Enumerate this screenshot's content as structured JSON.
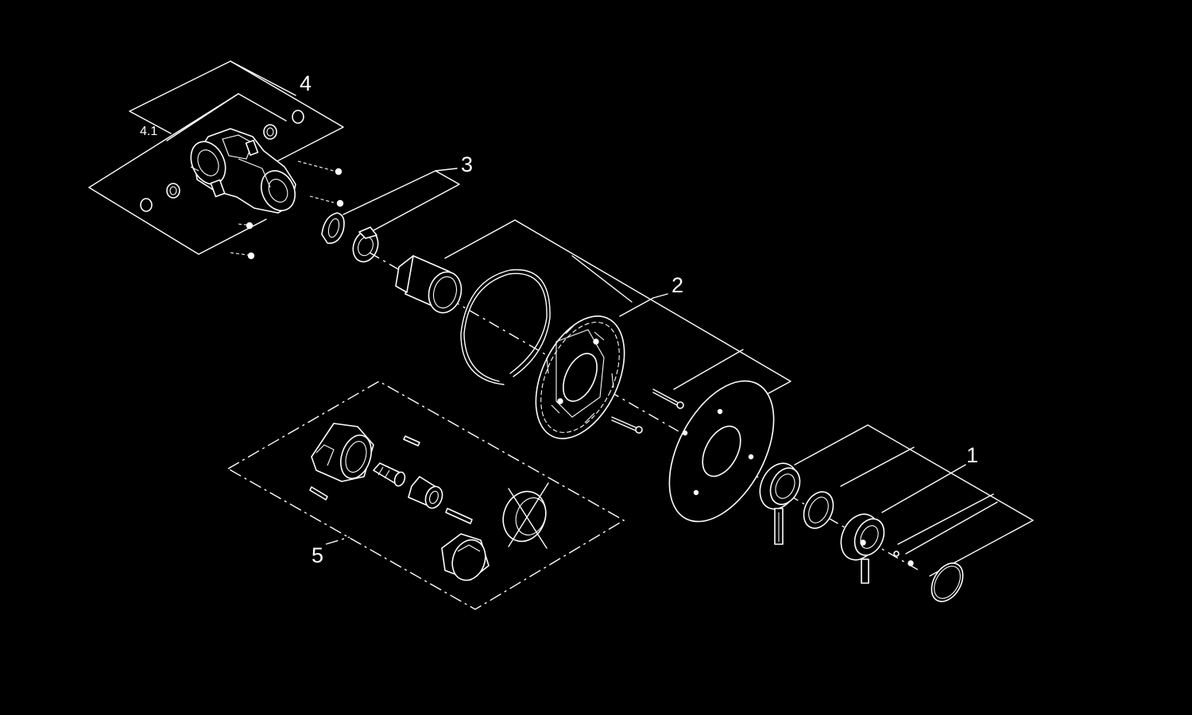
{
  "diagram": {
    "background": "#000000",
    "line_color": "#ffffff",
    "callouts": {
      "c1": "1",
      "c2": "2",
      "c3": "3",
      "c4": "4",
      "c41": "4.1",
      "c5": "5"
    }
  }
}
